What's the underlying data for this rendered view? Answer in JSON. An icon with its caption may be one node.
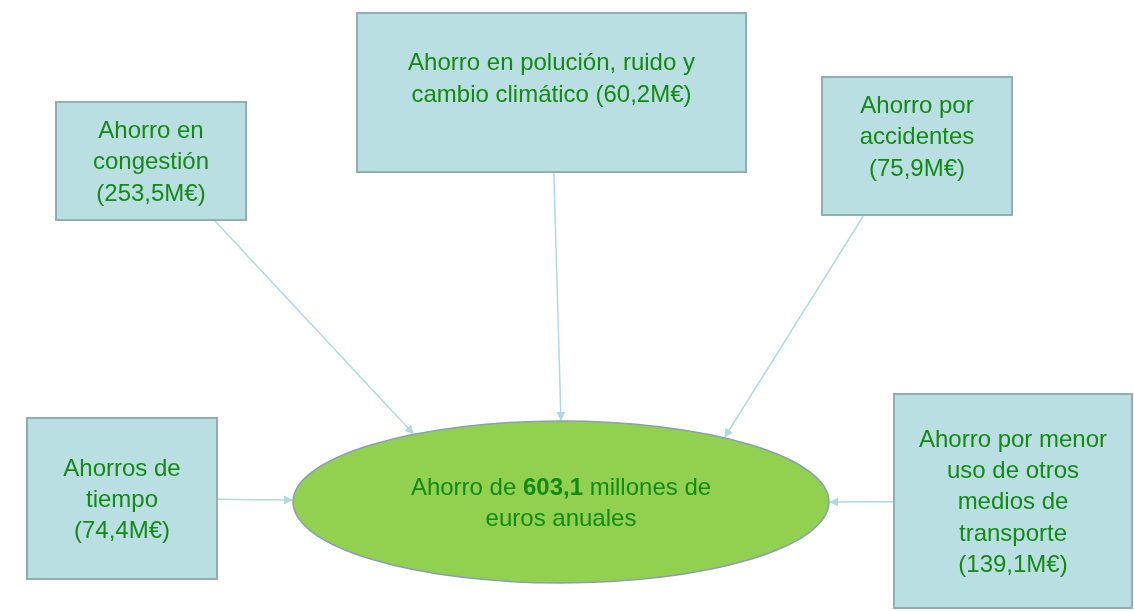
{
  "diagram": {
    "nodes": [
      {
        "text": [
          "Ahorro en polución, ruido y cambio climático (60,2M€)"
        ]
      },
      {
        "text": [
          "Ahorro en congestión (253,5M€)"
        ]
      },
      {
        "text": [
          "Ahorro por accidentes (75,9M€)"
        ]
      },
      {
        "text": [
          "Ahorros de tiempo (74,4M€)"
        ]
      },
      {
        "text": [
          "Ahorro de **603,1** millones de euros anuales"
        ]
      },
      {
        "text": [
          "Ahorro por menor uso de otros medios de transporte (139,1M€)"
        ]
      }
    ],
    "edges": [
      {
        "from": 1,
        "to": 4,
        "arrow": "to"
      },
      {
        "from": 0,
        "to": 4,
        "arrow": "to"
      },
      {
        "from": 2,
        "to": 4,
        "arrow": "to"
      },
      {
        "from": 3,
        "to": 4,
        "arrow": "to"
      },
      {
        "from": 5,
        "to": 4,
        "arrow": "to"
      }
    ]
  }
}
